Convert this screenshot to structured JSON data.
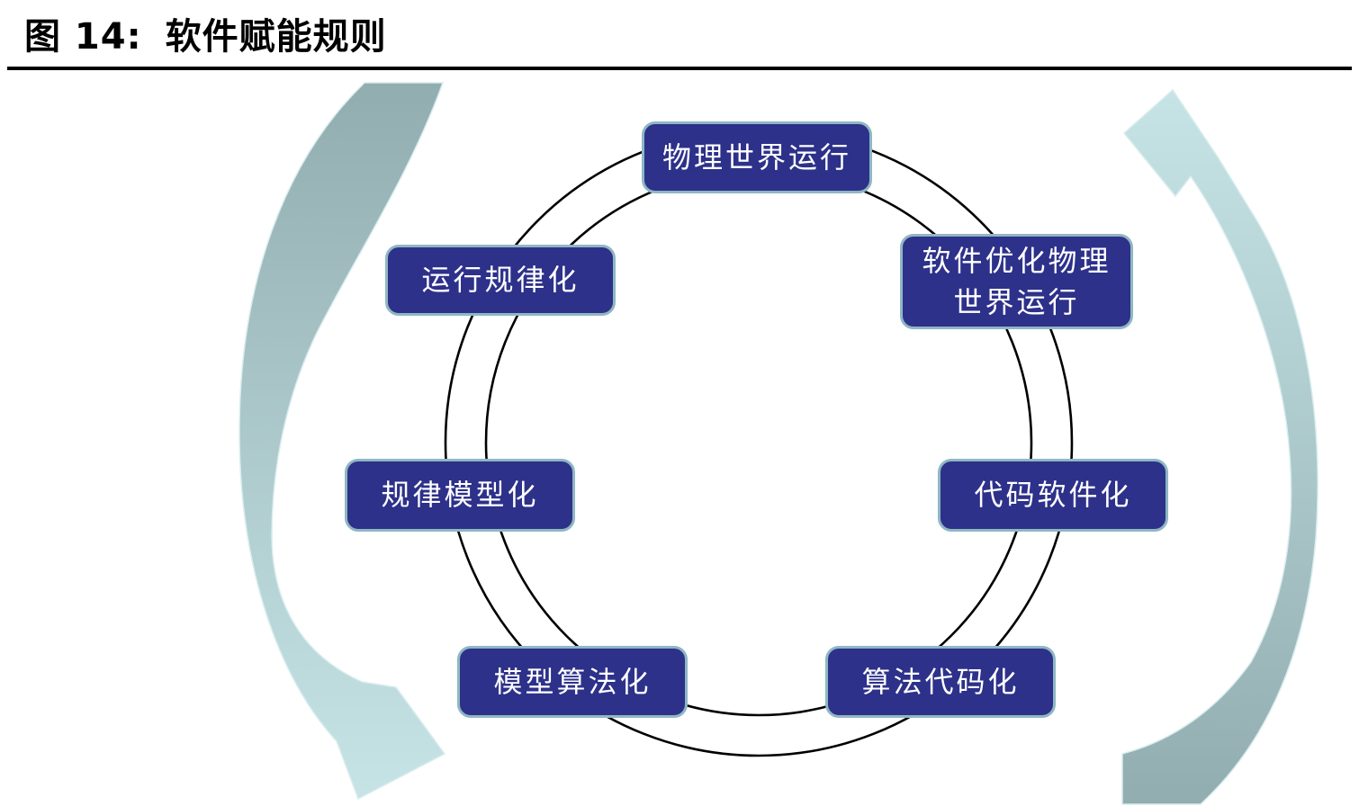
{
  "figure": {
    "number_label": "图 14:",
    "title": "软件赋能规则"
  },
  "diagram": {
    "nodes": {
      "top": {
        "lines": [
          "物理世界运行"
        ]
      },
      "upper_right": {
        "lines": [
          "软件优化物理",
          "世界运行"
        ]
      },
      "mid_right": {
        "lines": [
          "代码软件化"
        ]
      },
      "bottom_right": {
        "lines": [
          "算法代码化"
        ]
      },
      "bottom_left": {
        "lines": [
          "模型算法化"
        ]
      },
      "mid_left": {
        "lines": [
          "规律模型化"
        ]
      },
      "upper_left": {
        "lines": [
          "运行规律化"
        ]
      }
    },
    "colors": {
      "background": "#ffffff",
      "title_text": "#000000",
      "node_fill": "#2d3189",
      "node_border": "#8fb6c3",
      "node_text": "#ffffff",
      "ring_stroke": "#000000",
      "arrow_teal_dark": "#92adaf",
      "arrow_teal_light": "#c6e4e6"
    }
  }
}
